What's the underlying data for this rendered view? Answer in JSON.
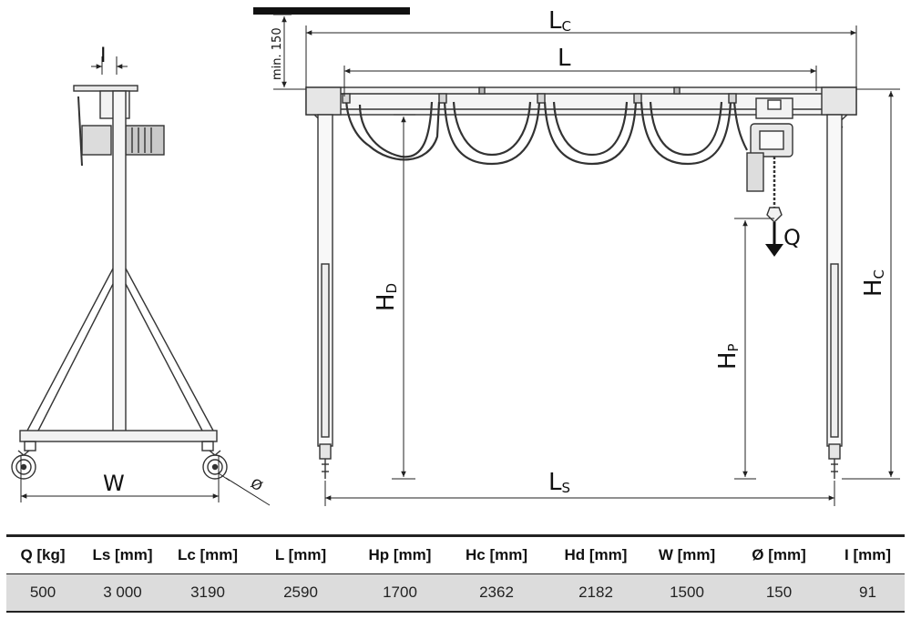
{
  "diagram": {
    "labels": {
      "I": "I",
      "W": "W",
      "diameter": "Ø",
      "min150": "min. 150",
      "Lc_main": "L",
      "Lc_sub": "C",
      "L": "L",
      "Ls_main": "L",
      "Ls_sub": "S",
      "Hd_main": "H",
      "Hd_sub": "D",
      "Hp_main": "H",
      "Hp_sub": "P",
      "Hc_main": "H",
      "Hc_sub": "C",
      "Q": "Q"
    }
  },
  "table": {
    "headers": [
      "Q [kg]",
      "Ls [mm]",
      "Lc [mm]",
      "L [mm]",
      "Hp [mm]",
      "Hc [mm]",
      "Hd [mm]",
      "W [mm]",
      "Ø [mm]",
      "I [mm]"
    ],
    "values": [
      "500",
      "3 000",
      "3190",
      "2590",
      "1700",
      "2362",
      "2182",
      "1500",
      "150",
      "91"
    ]
  }
}
